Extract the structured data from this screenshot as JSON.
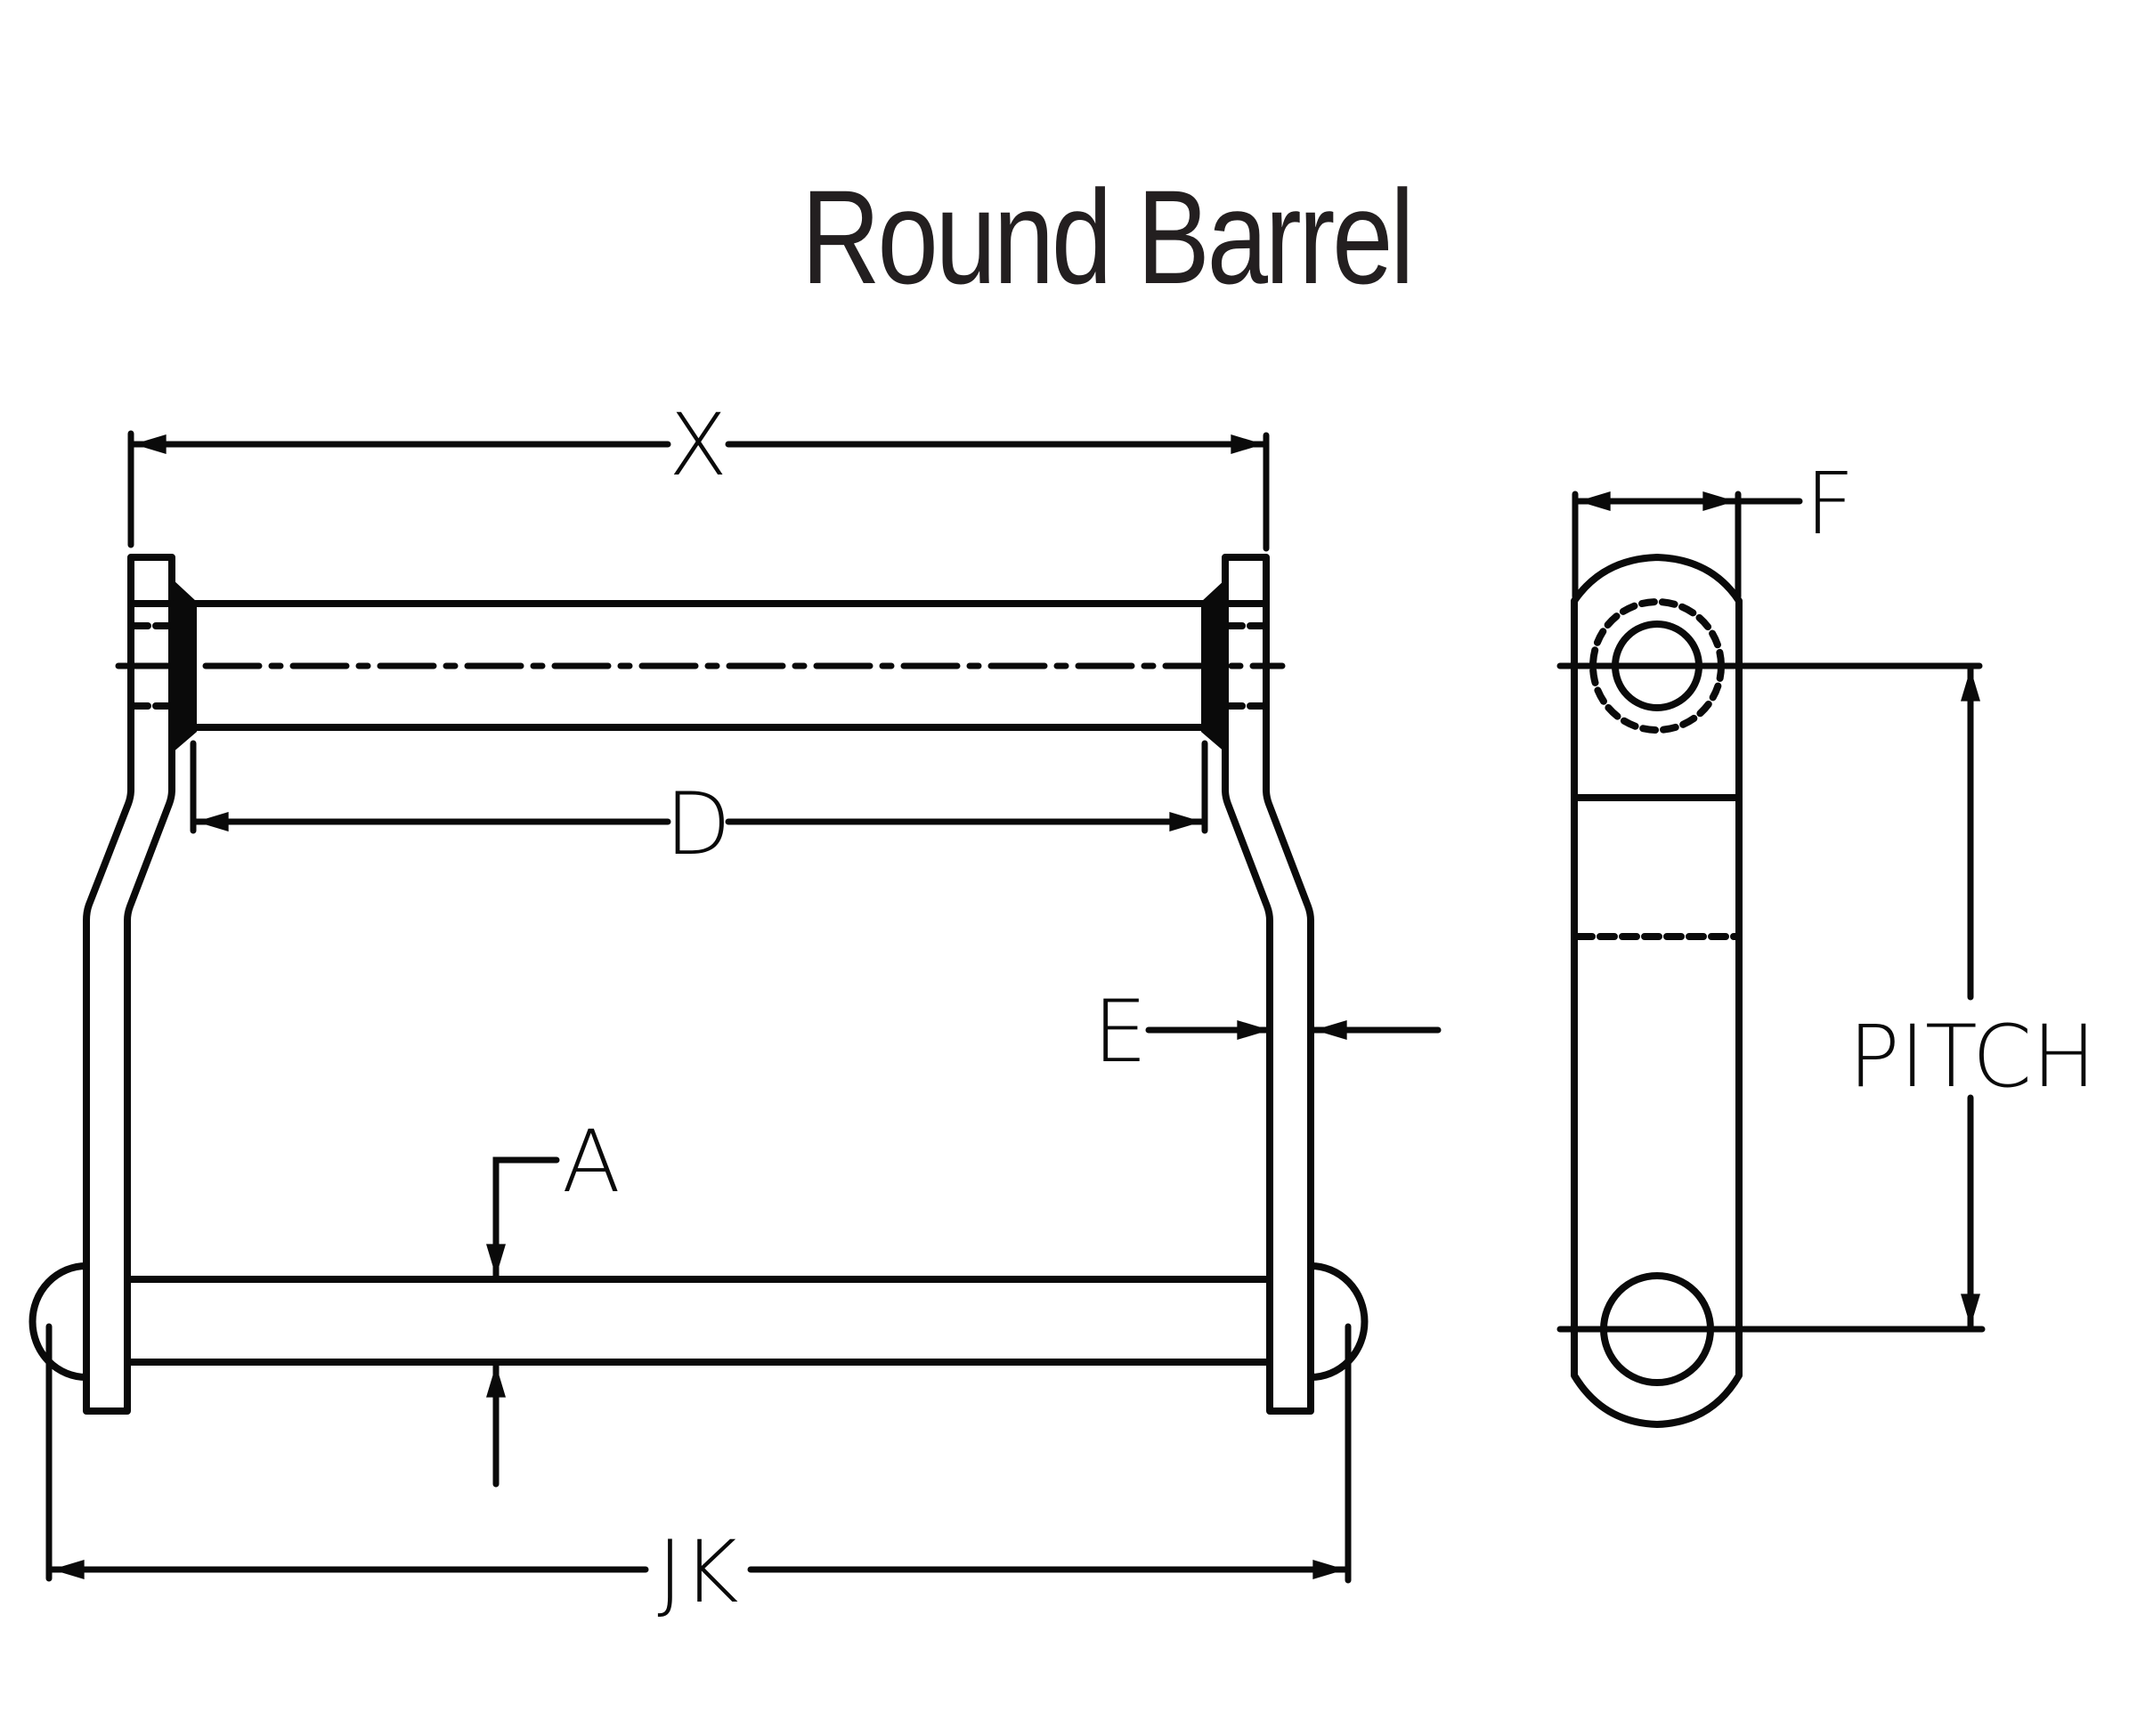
{
  "title": "Round Barrel",
  "drawing": {
    "front_view": {
      "dimensions": {
        "x": "X",
        "d": "D",
        "e": "E",
        "a": "A",
        "jk": "JK"
      }
    },
    "side_view": {
      "dimensions": {
        "f": "F",
        "pitch": "PITCH"
      }
    }
  },
  "colors": {
    "line": "#0a0a0a",
    "title": "#231f20",
    "background": "#ffffff"
  }
}
